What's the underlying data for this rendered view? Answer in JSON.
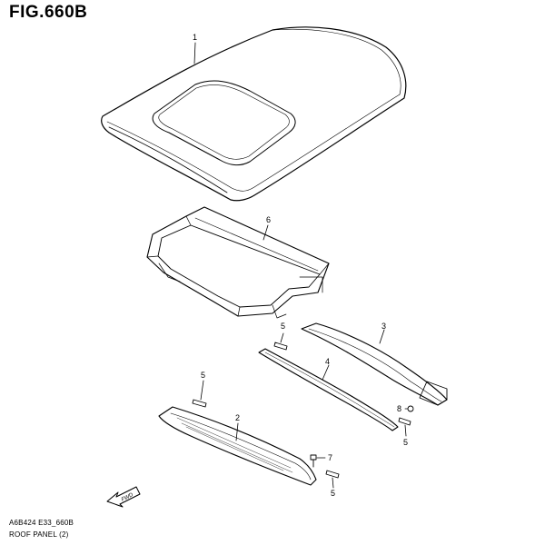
{
  "figure": {
    "title": "FIG.660B",
    "code": "A6B424 E33_660B",
    "name": "ROOF PANEL (2)"
  },
  "callouts": {
    "part1": "1",
    "part6": "6",
    "part5a": "5",
    "part3": "3",
    "part4": "4",
    "part5b": "5",
    "part2": "2",
    "part8": "8",
    "part5c": "5",
    "part7": "7",
    "part5d": "5"
  },
  "fwd_label": "FWD",
  "colors": {
    "line": "#000000",
    "background": "#ffffff"
  }
}
